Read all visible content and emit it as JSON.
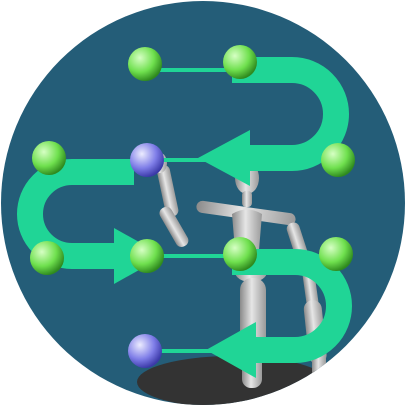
{
  "colors": {
    "background": "#ffffff",
    "disc": "#245d78",
    "arrow": "#20d596",
    "link": "#20d596",
    "node_green": "#6fe04e",
    "node_green_highlight": "#d6ffc4",
    "node_blue": "#7f7ee8",
    "node_blue_highlight": "#ececff",
    "figure": "#c9c9c9",
    "figure_shade": "#8a8a8a",
    "shadow": "#333333"
  },
  "diagram": {
    "nodes": [
      {
        "name": "node-row1-left",
        "color": "green"
      },
      {
        "name": "node-row1-mid",
        "color": "green"
      },
      {
        "name": "node-row2-left",
        "color": "green"
      },
      {
        "name": "node-row2-mid",
        "color": "blue"
      },
      {
        "name": "node-row2-right",
        "color": "green"
      },
      {
        "name": "node-row3-left",
        "color": "green"
      },
      {
        "name": "node-row3-mid",
        "color": "green"
      },
      {
        "name": "node-row3-mid2",
        "color": "green"
      },
      {
        "name": "node-row3-right",
        "color": "green"
      },
      {
        "name": "node-row4-left",
        "color": "blue"
      }
    ],
    "icons": [
      "mannequin-figure-icon",
      "serpentine-arrow-icon"
    ]
  }
}
